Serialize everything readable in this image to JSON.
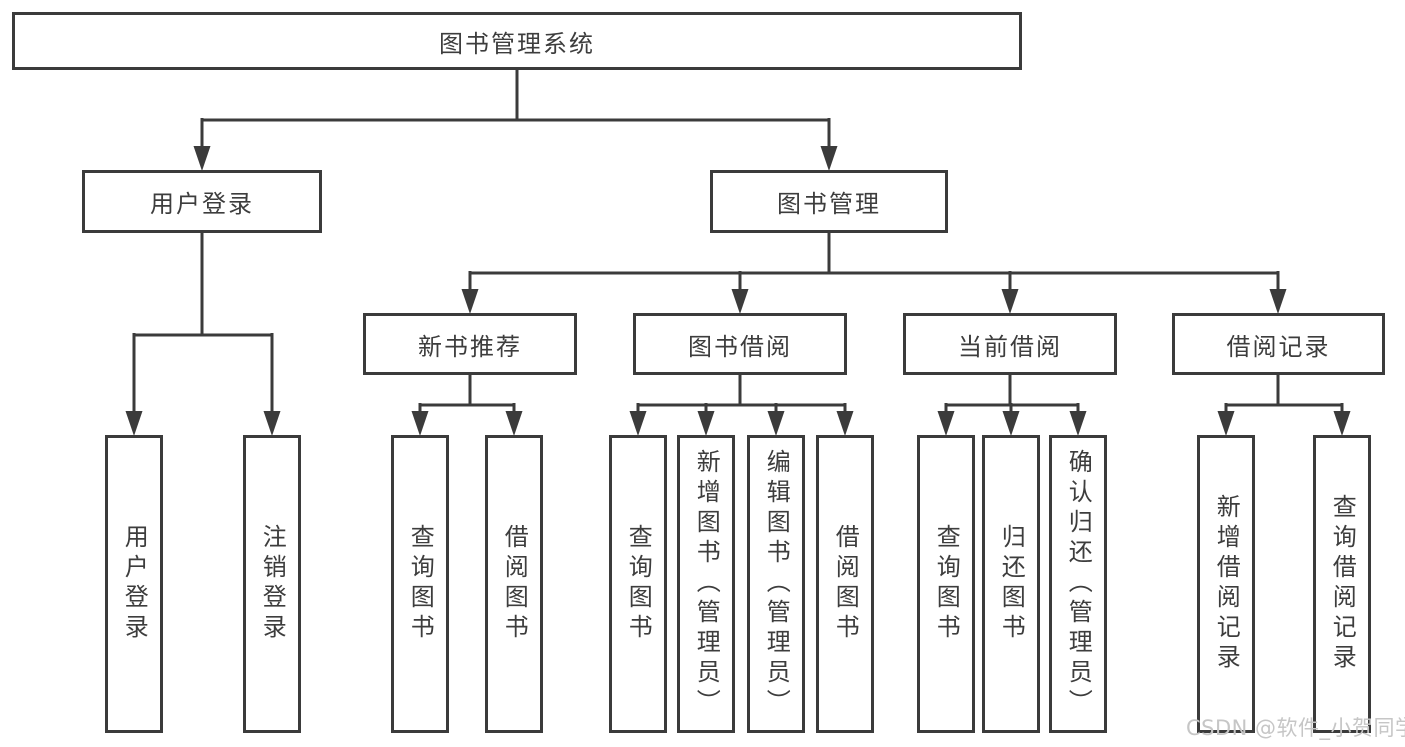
{
  "colors": {
    "line": "#3b3b3b",
    "box_border": "#3b3b3b",
    "text": "#3d3d3d",
    "background": "#ffffff",
    "watermark": "#c6c6c6"
  },
  "watermark": {
    "text": "CSDN @软件_小贺同学"
  },
  "tree": {
    "label": "图书管理系统",
    "children": [
      {
        "label": "用户登录",
        "children": [
          {
            "label": "用户登录"
          },
          {
            "label": "注销登录"
          }
        ]
      },
      {
        "label": "图书管理",
        "children": [
          {
            "label": "新书推荐",
            "children": [
              {
                "label": "查询图书"
              },
              {
                "label": "借阅图书"
              }
            ]
          },
          {
            "label": "图书借阅",
            "children": [
              {
                "label": "查询图书"
              },
              {
                "label": "新增图书（管理员）"
              },
              {
                "label": "编辑图书（管理员）"
              },
              {
                "label": "借阅图书"
              }
            ]
          },
          {
            "label": "当前借阅",
            "children": [
              {
                "label": "查询图书"
              },
              {
                "label": "归还图书"
              },
              {
                "label": "确认归还（管理员）"
              }
            ]
          },
          {
            "label": "借阅记录",
            "children": [
              {
                "label": "新增借阅记录"
              },
              {
                "label": "查询借阅记录"
              }
            ]
          }
        ]
      }
    ]
  }
}
